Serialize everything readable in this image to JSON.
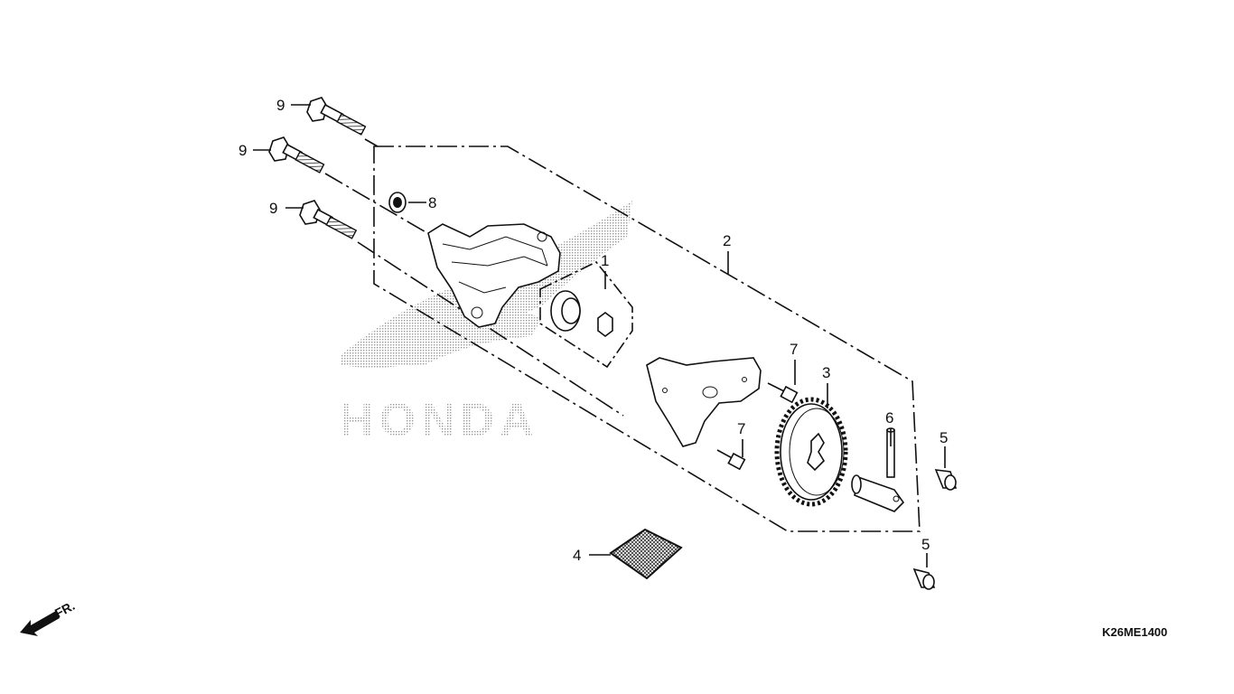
{
  "watermark": {
    "brand": "HONDA"
  },
  "front_indicator": {
    "label": "FR."
  },
  "diagram_code": "K26ME1400",
  "callouts": [
    {
      "id": "9a",
      "label": "9"
    },
    {
      "id": "9b",
      "label": "9"
    },
    {
      "id": "9c",
      "label": "9"
    },
    {
      "id": "8",
      "label": "8"
    },
    {
      "id": "1",
      "label": "1"
    },
    {
      "id": "2",
      "label": "2"
    },
    {
      "id": "7a",
      "label": "7"
    },
    {
      "id": "7b",
      "label": "7"
    },
    {
      "id": "3",
      "label": "3"
    },
    {
      "id": "6",
      "label": "6"
    },
    {
      "id": "5a",
      "label": "5"
    },
    {
      "id": "5b",
      "label": "5"
    },
    {
      "id": "4",
      "label": "4"
    }
  ]
}
